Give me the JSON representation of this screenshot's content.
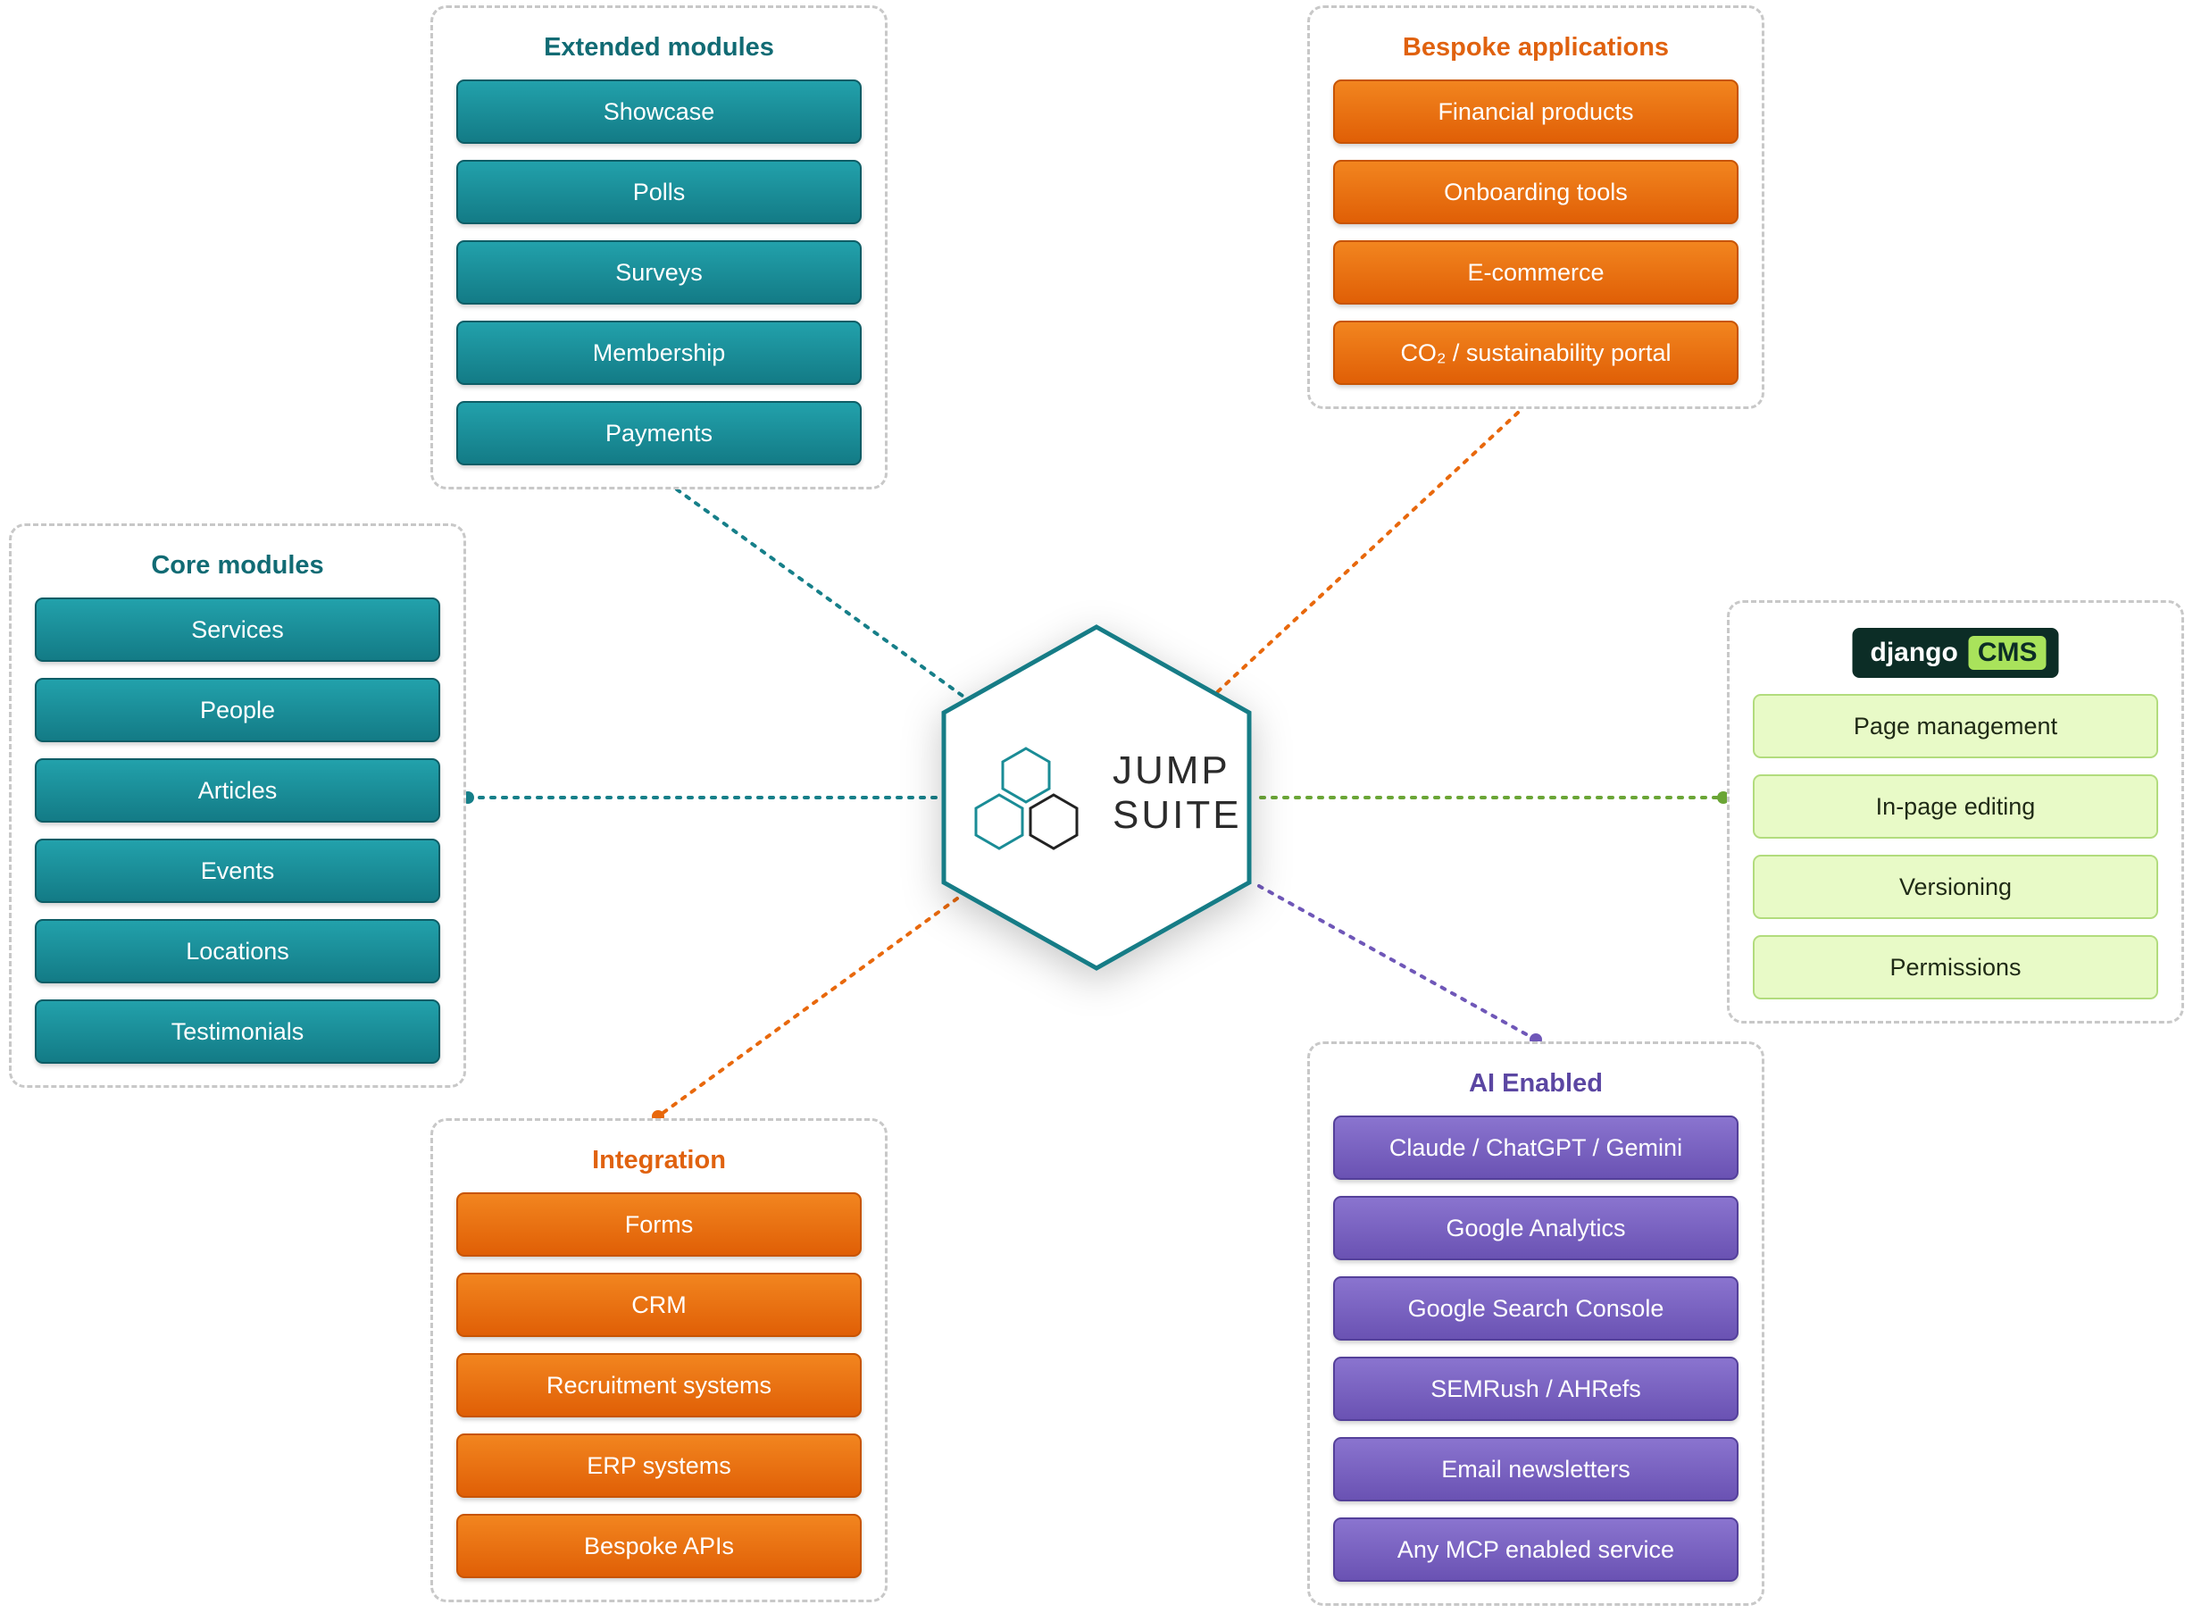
{
  "colors": {
    "teal": "#167f89",
    "orange": "#e8680c",
    "purple": "#6f57b8",
    "green": "#6aa536",
    "hub_border": "#137b86"
  },
  "hub": {
    "line1": "JUMP",
    "line2": "SUITE",
    "logo_icon": "hexagon-cluster-icon"
  },
  "groups": {
    "extended": {
      "title": "Extended modules",
      "items": [
        "Showcase",
        "Polls",
        "Surveys",
        "Membership",
        "Payments"
      ]
    },
    "bespoke": {
      "title": "Bespoke applications",
      "items": [
        "Financial products",
        "Onboarding tools",
        "E-commerce",
        "CO₂ / sustainability portal"
      ]
    },
    "core": {
      "title": "Core modules",
      "items": [
        "Services",
        "People",
        "Articles",
        "Events",
        "Locations",
        "Testimonials"
      ]
    },
    "django": {
      "brand": "django",
      "badge": "CMS",
      "items": [
        "Page management",
        "In-page editing",
        "Versioning",
        "Permissions"
      ]
    },
    "integration": {
      "title": "Integration",
      "items": [
        "Forms",
        "CRM",
        "Recruitment systems",
        "ERP systems",
        "Bespoke APIs"
      ]
    },
    "ai": {
      "title": "AI Enabled",
      "items": [
        "Claude / ChatGPT / Gemini",
        "Google Analytics",
        "Google Search Console",
        "SEMRush / AHRefs",
        "Email newsletters",
        "Any MCP enabled service"
      ]
    }
  }
}
